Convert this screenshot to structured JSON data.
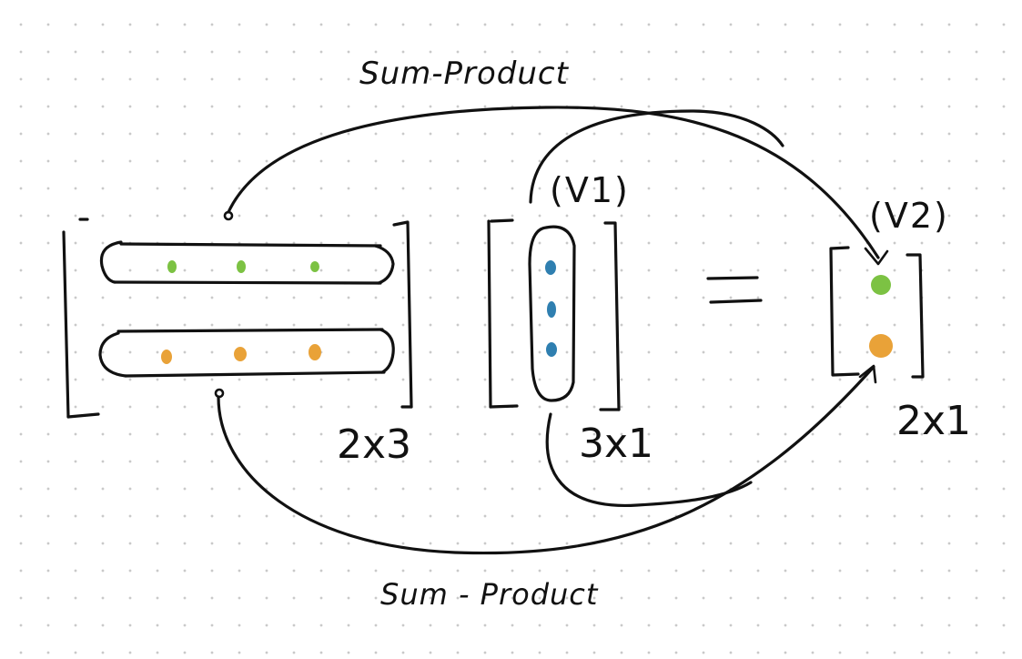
{
  "labels": {
    "top_arrow": "Sum-Product",
    "bottom_arrow": "Sum - Product",
    "left_dim": "2x3",
    "middle_dim": "3x1",
    "right_dim": "2x1",
    "v1": "(V1)",
    "v2": "(V2)",
    "equals": "="
  },
  "colors": {
    "green": "#7cc243",
    "orange": "#e9a238",
    "blue": "#2f7fb0",
    "ink": "#111111"
  }
}
